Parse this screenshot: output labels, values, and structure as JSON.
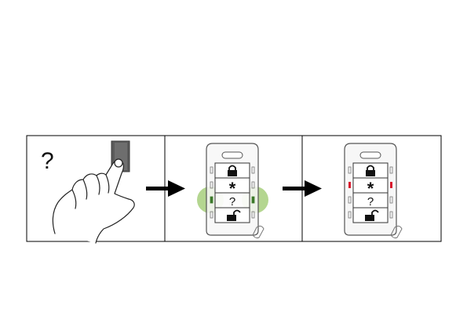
{
  "panels": [
    {
      "id": "press-question-button",
      "question_mark": "?"
    },
    {
      "id": "keyfob-question-pressed",
      "buttons": [
        {
          "icon": "lock-icon"
        },
        {
          "icon": "asterisk-icon",
          "label": "*"
        },
        {
          "icon": "question-icon",
          "label": "?"
        },
        {
          "icon": "unlock-icon"
        }
      ],
      "highlight_color": "#9bc86b"
    },
    {
      "id": "keyfob-result",
      "buttons": [
        {
          "icon": "lock-icon"
        },
        {
          "icon": "asterisk-icon",
          "label": "*"
        },
        {
          "icon": "question-icon",
          "label": "?"
        },
        {
          "icon": "unlock-icon"
        }
      ],
      "indicator_color": "#d9182d"
    }
  ],
  "arrows": [
    "arrow-right-icon",
    "arrow-right-icon"
  ],
  "colors": {
    "outline": "#555555",
    "frame": "#000000",
    "fob_fill": "#f7f7f7"
  }
}
